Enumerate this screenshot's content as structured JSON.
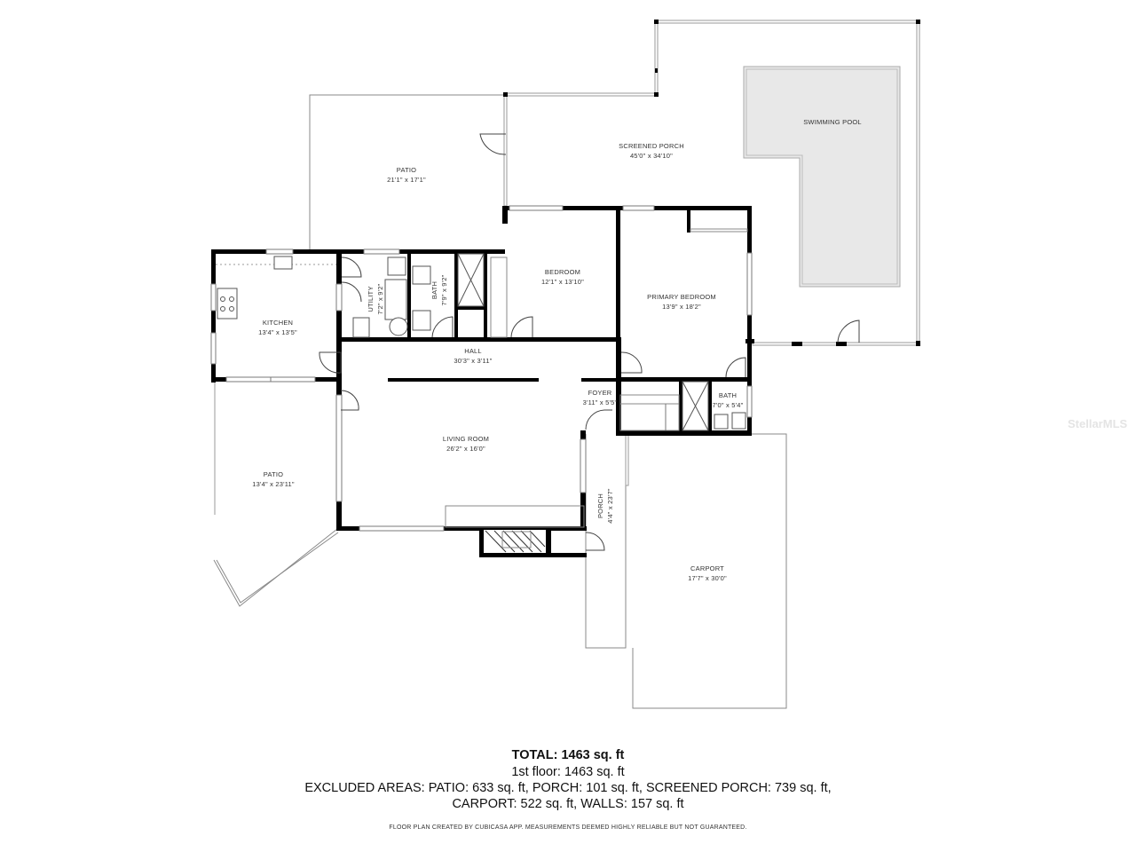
{
  "floor_plan": {
    "rooms": [
      {
        "id": "patio_top",
        "name": "PATIO",
        "dims": "21'1\" x 17'1\""
      },
      {
        "id": "screened_porch",
        "name": "SCREENED PORCH",
        "dims": "45'0\" x 34'10\""
      },
      {
        "id": "swimming_pool",
        "name": "SWIMMING POOL",
        "dims": ""
      },
      {
        "id": "kitchen",
        "name": "KITCHEN",
        "dims": "13'4\" x 13'5\""
      },
      {
        "id": "utility",
        "name": "UTILITY",
        "dims": "7'2\" x 9'2\""
      },
      {
        "id": "bath1",
        "name": "BATH",
        "dims": "7'9\" x 9'2\""
      },
      {
        "id": "bedroom",
        "name": "BEDROOM",
        "dims": "12'1\" x 13'10\""
      },
      {
        "id": "primary_bedroom",
        "name": "PRIMARY BEDROOM",
        "dims": "13'9\" x 18'2\""
      },
      {
        "id": "hall",
        "name": "HALL",
        "dims": "30'3\" x 3'11\""
      },
      {
        "id": "foyer",
        "name": "FOYER",
        "dims": "3'11\" x 5'5\""
      },
      {
        "id": "bath2",
        "name": "BATH",
        "dims": "7'0\" x 5'4\""
      },
      {
        "id": "living_room",
        "name": "LIVING ROOM",
        "dims": "26'2\" x 16'0\""
      },
      {
        "id": "patio_left",
        "name": "PATIO",
        "dims": "13'4\" x 23'11\""
      },
      {
        "id": "porch",
        "name": "PORCH",
        "dims": "4'4\" x 23'7\""
      },
      {
        "id": "carport",
        "name": "CARPORT",
        "dims": "17'7\" x 30'0\""
      }
    ]
  },
  "summary": {
    "total": "TOTAL: 1463 sq. ft",
    "first_floor": "1st floor: 1463 sq. ft",
    "excluded_line1": "EXCLUDED AREAS: PATIO: 633 sq. ft, PORCH: 101 sq. ft, SCREENED PORCH: 739 sq. ft,",
    "excluded_line2": "CARPORT: 522 sq. ft, WALLS: 157 sq. ft",
    "disclaimer": "FLOOR PLAN CREATED BY CUBICASA APP. MEASUREMENTS DEEMED HIGHLY RELIABLE BUT NOT GUARANTEED."
  },
  "watermark": "StellarMLS"
}
